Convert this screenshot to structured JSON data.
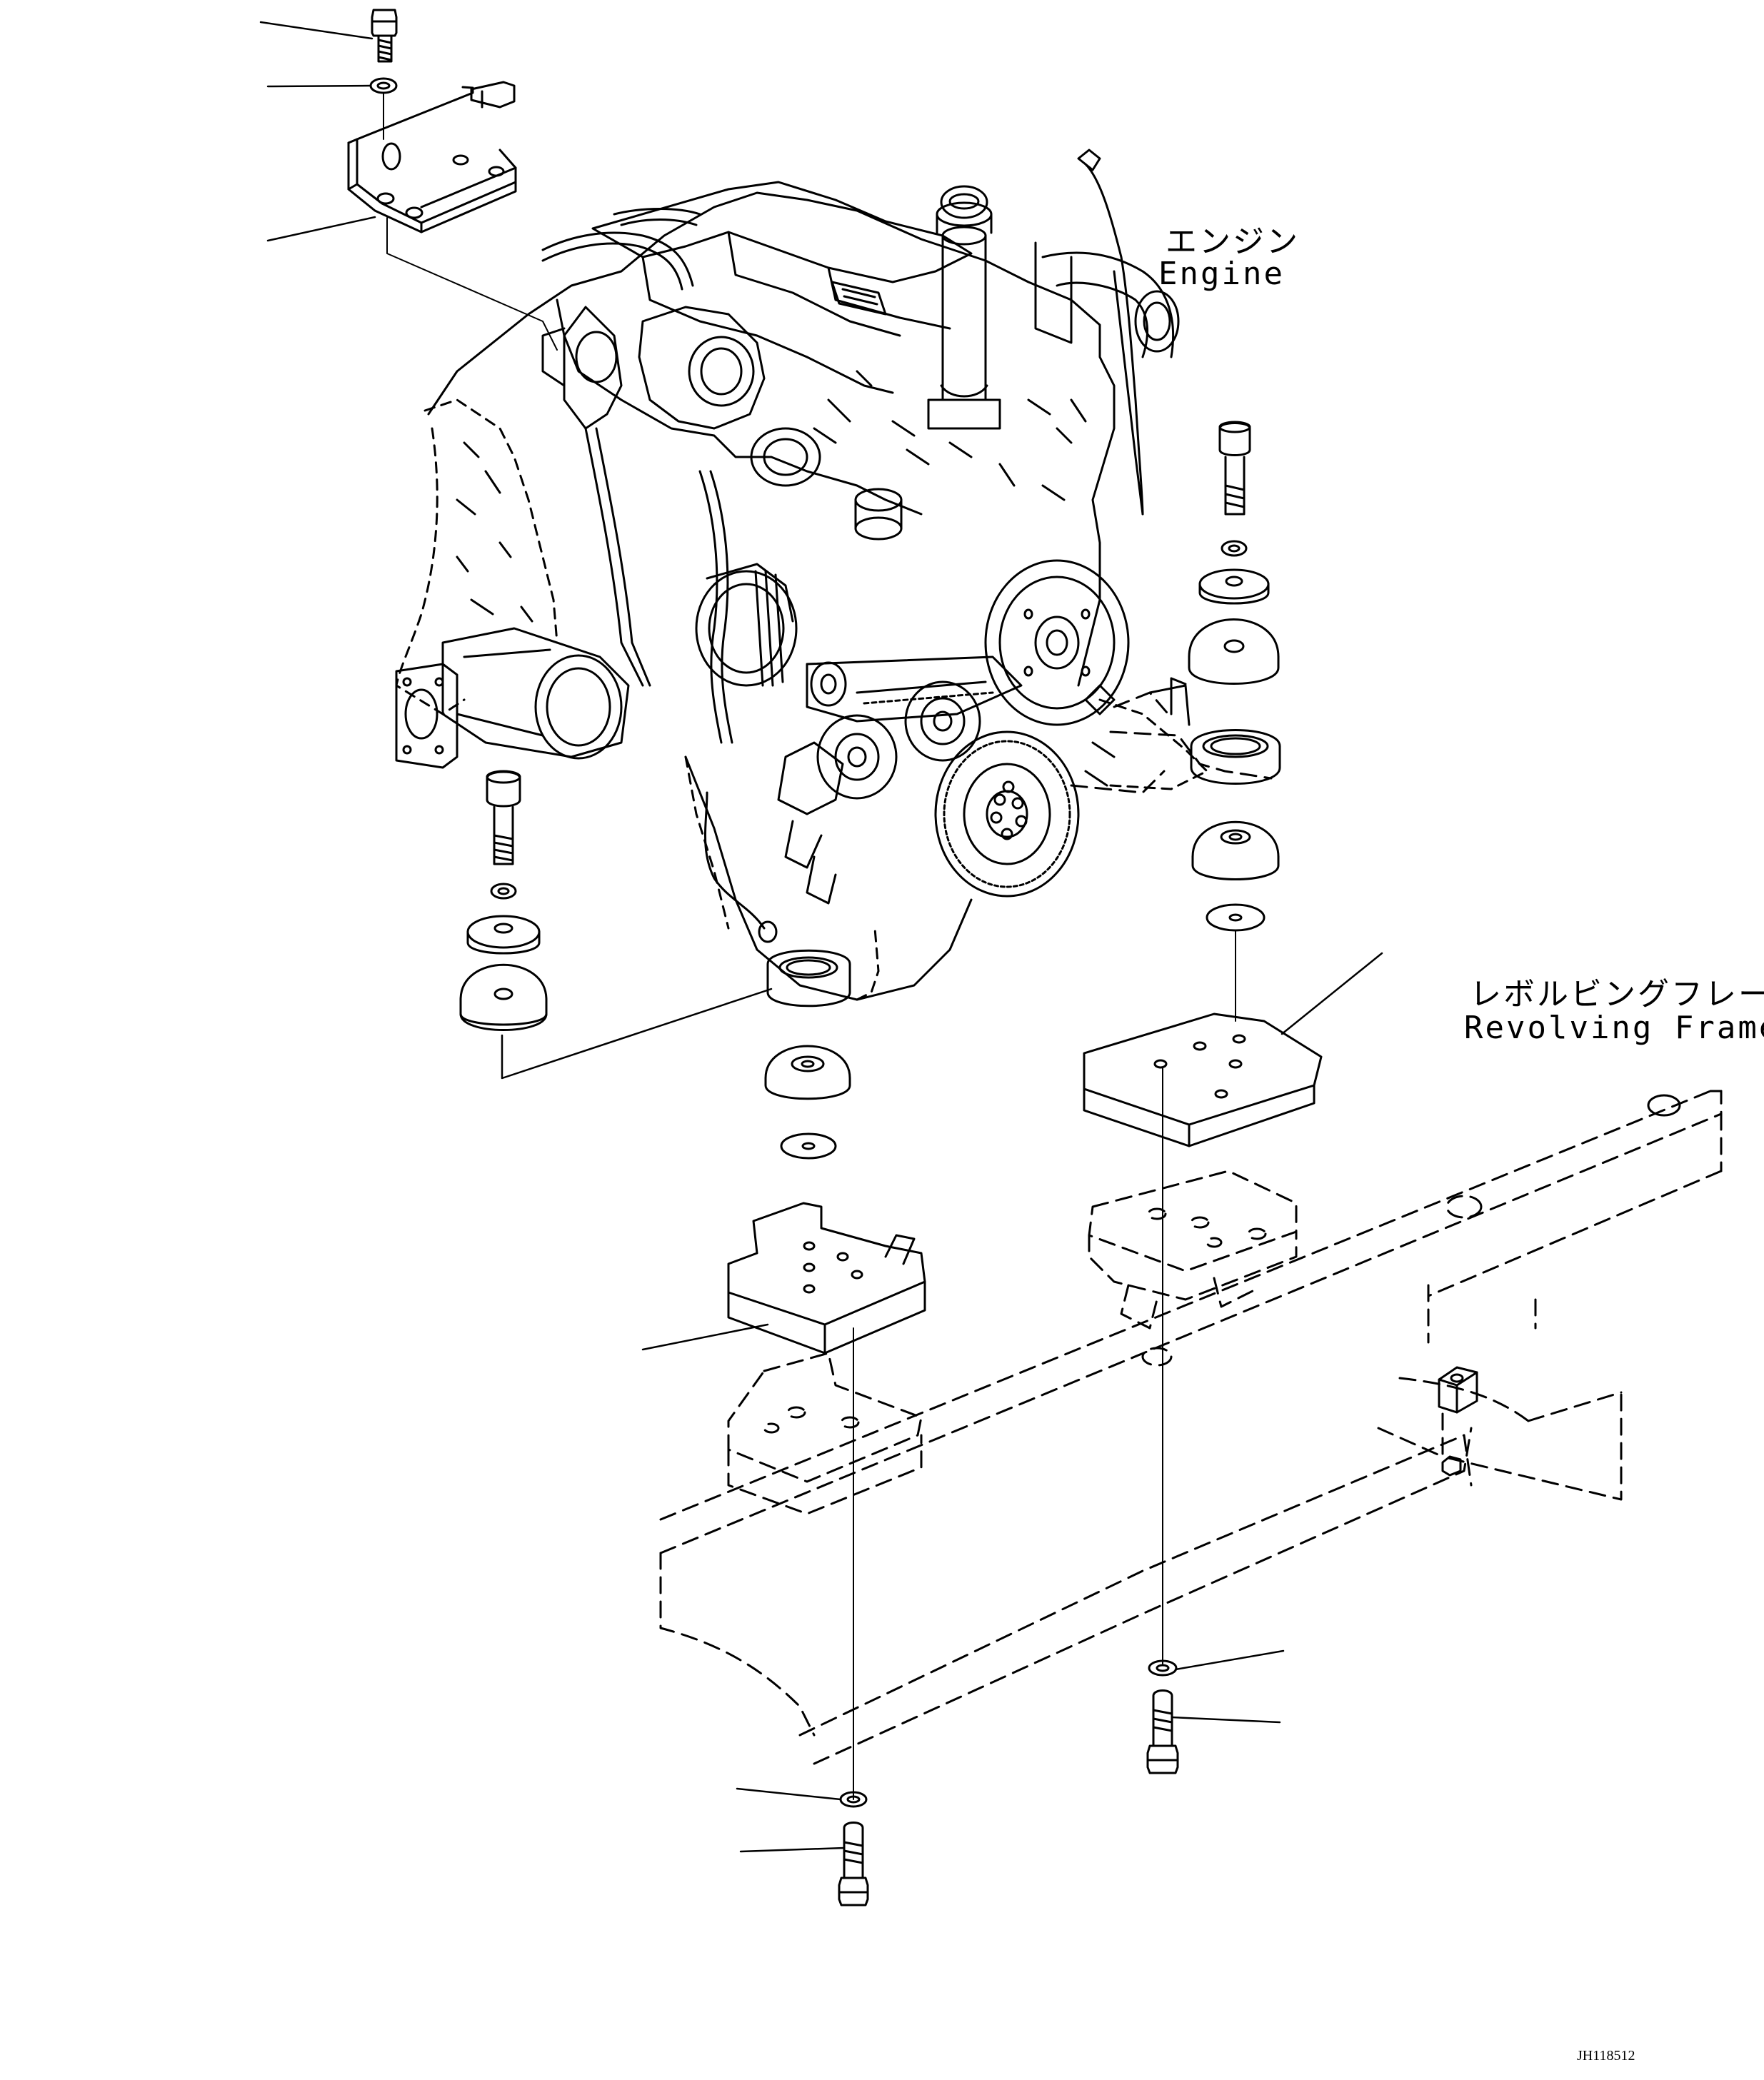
{
  "labels": {
    "engine_jp": "エンジン",
    "engine_en": "Engine",
    "frame_jp": "レボルビングフレーム",
    "frame_en": "Revolving Frame"
  },
  "drawing_id": "JH118512",
  "colors": {
    "line": "#000000",
    "background": "#ffffff"
  },
  "icons": [
    "bolt-icon",
    "washer-icon",
    "bracket-icon",
    "engine-icon",
    "mount-rubber-icon",
    "mount-plate-icon",
    "revolving-frame-icon"
  ]
}
